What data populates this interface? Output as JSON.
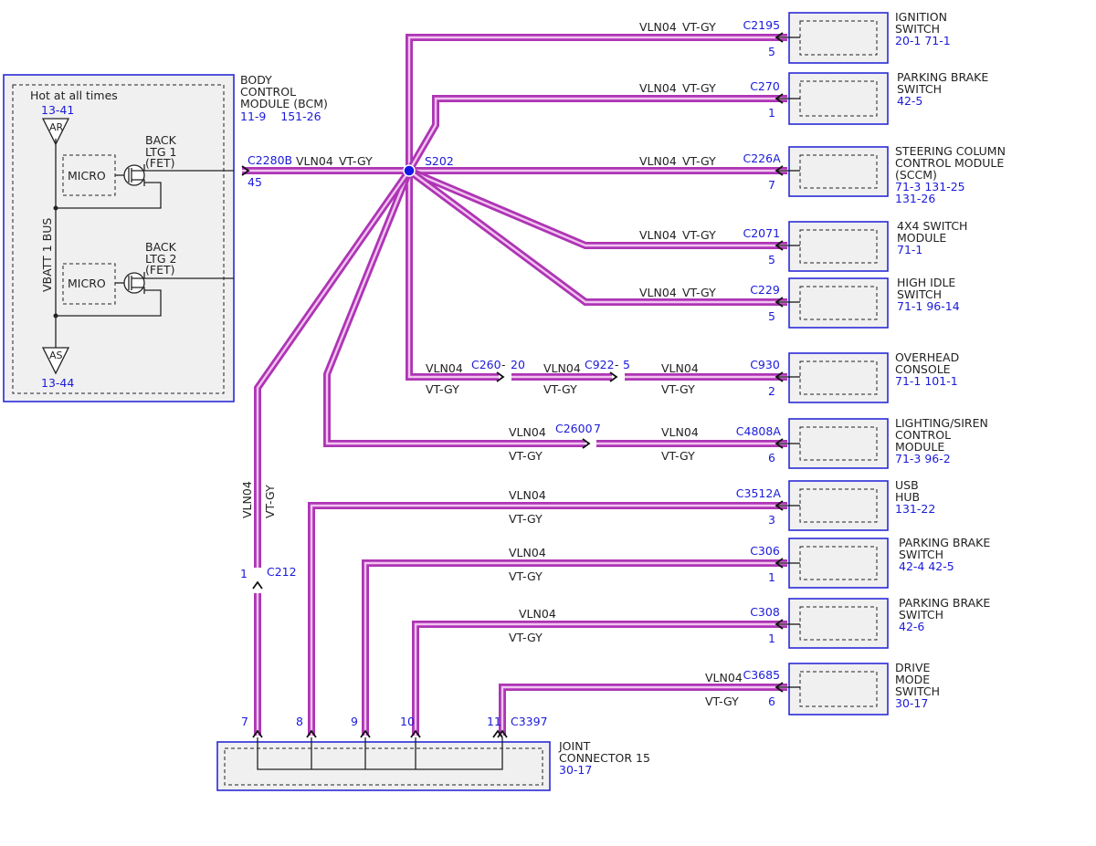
{
  "bcm": {
    "title": [
      "BODY",
      "CONTROL",
      "MODULE (BCM)"
    ],
    "refs": "11-9    151-26",
    "hot": "Hot at all times",
    "top_ref": "13-41",
    "top_sym": "AR",
    "bot_sym": "AS",
    "bot_ref": "13-44",
    "bus": "VBATT 1 BUS",
    "micro": "MICRO",
    "fet1": [
      "BACK",
      "LTG 1",
      "(FET)"
    ],
    "fet2": [
      "BACK",
      "LTG 2",
      "(FET)"
    ],
    "conn": "C2280B",
    "pin": "45"
  },
  "splice": "S202",
  "wire_code": "VLN04",
  "wire_color": "VT-GY",
  "modules": [
    {
      "lines": [
        "IGNITION",
        "SWITCH"
      ],
      "refs": "20-1   71-1",
      "conn": "C2195",
      "pin": "5"
    },
    {
      "lines": [
        "PARKING BRAKE",
        "SWITCH"
      ],
      "refs": "42-5",
      "conn": "C270",
      "pin": "1"
    },
    {
      "lines": [
        "STEERING COLUMN",
        "CONTROL MODULE",
        "(SCCM)"
      ],
      "refs": "71-3    131-25",
      "refs2": "131-26",
      "conn": "C226A",
      "pin": "7"
    },
    {
      "lines": [
        "4X4 SWITCH",
        "MODULE"
      ],
      "refs": "71-1",
      "conn": "C2071",
      "pin": "5"
    },
    {
      "lines": [
        "HIGH IDLE",
        "SWITCH"
      ],
      "refs": "71-1   96-14",
      "conn": "C229",
      "pin": "5"
    },
    {
      "lines": [
        "OVERHEAD",
        "CONSOLE"
      ],
      "refs": "71-1   101-1",
      "conn": "C930",
      "pin": "2"
    },
    {
      "lines": [
        "LIGHTING/SIREN",
        "CONTROL",
        "MODULE"
      ],
      "refs": "71-3   96-2",
      "conn": "C4808A",
      "pin": "6"
    },
    {
      "lines": [
        "USB",
        "HUB"
      ],
      "refs": "131-22",
      "conn": "C3512A",
      "pin": "3"
    },
    {
      "lines": [
        "PARKING BRAKE",
        "SWITCH"
      ],
      "refs": "42-4   42-5",
      "conn": "C306",
      "pin": "1"
    },
    {
      "lines": [
        "PARKING BRAKE",
        "SWITCH"
      ],
      "refs": "42-6",
      "conn": "C308",
      "pin": "1"
    },
    {
      "lines": [
        "DRIVE",
        "MODE",
        "SWITCH"
      ],
      "refs": "30-17",
      "conn": "C3685",
      "pin": "6"
    }
  ],
  "inline": {
    "c260": "C260",
    "c260_pin": "20",
    "c922": "C922",
    "c922_pin": "5",
    "c2600": "C2600",
    "c2600_pin": "7",
    "c212": "C212",
    "c212_pin": "1"
  },
  "joint": {
    "lines": [
      "JOINT",
      "CONNECTOR 15"
    ],
    "refs": "30-17",
    "conn": "C3397",
    "pins": [
      "7",
      "8",
      "9",
      "10",
      "11"
    ]
  }
}
